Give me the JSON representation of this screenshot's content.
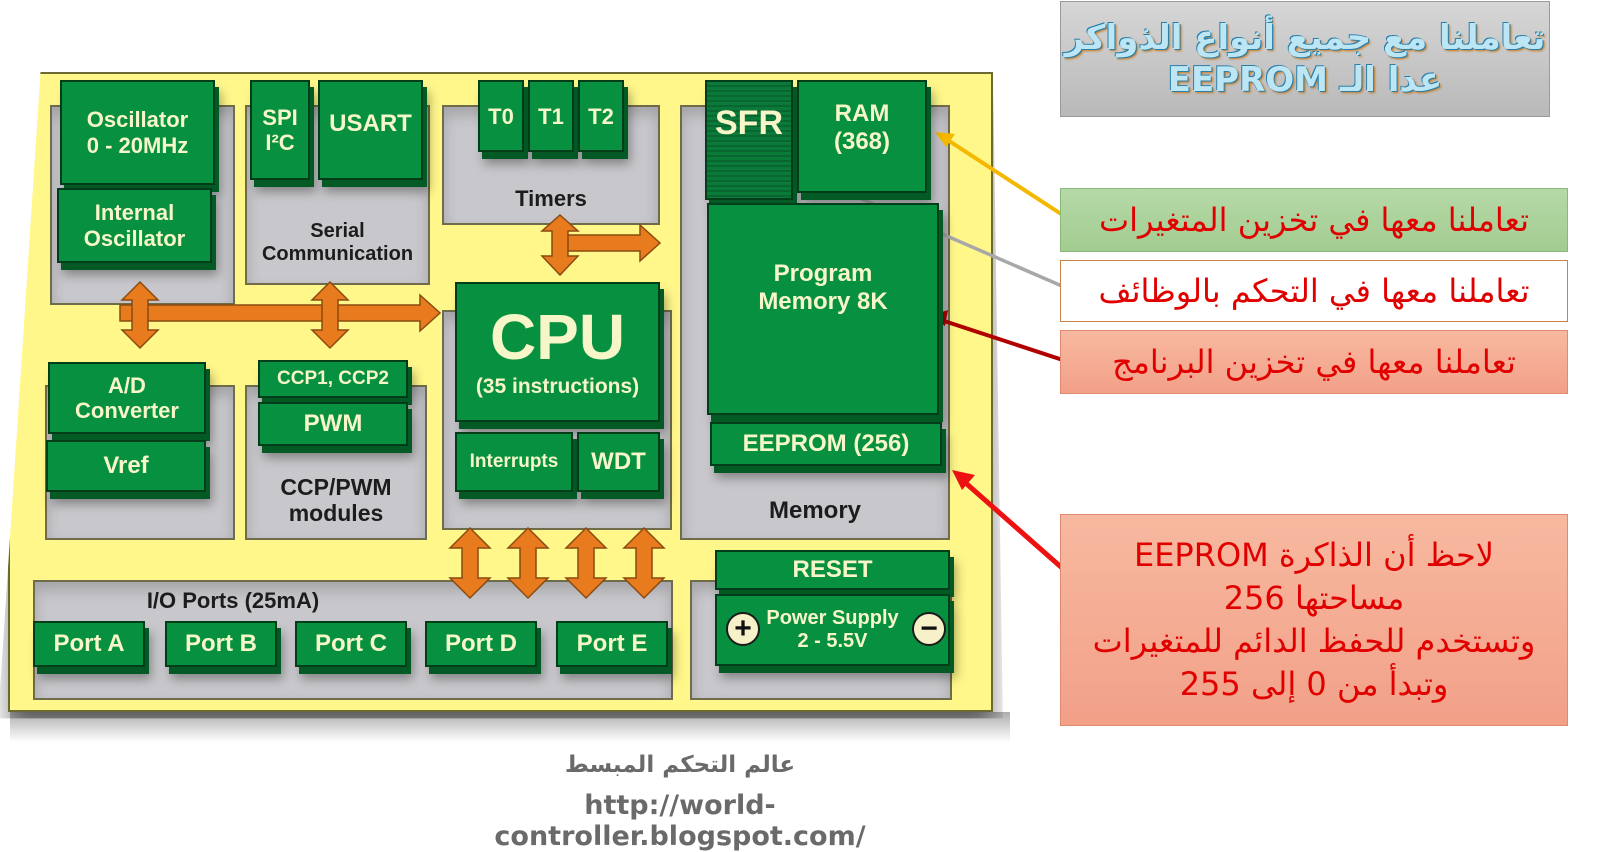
{
  "diagram": {
    "blocks": {
      "oscillator": "Oscillator\n0 - 20MHz",
      "internal_oscillator": "Internal\nOscillator",
      "spi_i2c_line1": "SPI",
      "spi_i2c_line2": "I²C",
      "usart": "USART",
      "serial_comm_label": "Serial\nCommunication",
      "t0": "T0",
      "t1": "T1",
      "t2": "T2",
      "timers_label": "Timers",
      "sfr": "SFR",
      "ram": "RAM\n(368)",
      "program_memory": "Program\nMemory 8K",
      "eeprom": "EEPROM (256)",
      "memory_label": "Memory",
      "cpu": "CPU",
      "cpu_sub": "(35 instructions)",
      "interrupts": "Interrupts",
      "wdt": "WDT",
      "ad_converter": "A/D\nConverter",
      "vref": "Vref",
      "ccp": "CCP1, CCP2",
      "pwm": "PWM",
      "ccp_pwm_label": "CCP/PWM\nmodules",
      "io_label": "I/O Ports (25mA)",
      "ports": [
        "Port A",
        "Port B",
        "Port C",
        "Port D",
        "Port E"
      ],
      "reset": "RESET",
      "power_supply": "Power Supply\n2 - 5.5V",
      "plus": "+",
      "minus": "−"
    },
    "colors": {
      "board": "#fff78a",
      "block": "#069040",
      "bus_arrow": "#e87b1e",
      "callout_yellow": "#f5b800",
      "callout_gray": "#a8a8a8",
      "callout_darkred": "#b00000",
      "callout_red": "#ee1111"
    }
  },
  "notes": {
    "title": "تعاملنا مع جميع أنواع الذواكر\nعدا الـ EEPROM",
    "ram_note": "تعاملنا معها في تخزين المتغيرات",
    "sfr_note": "تعاملنا معها في التحكم بالوظائف",
    "program_note": "تعاملنا معها في تخزين البرنامج",
    "eeprom_note": "لاحظ أن الذاكرة EEPROM\nمساحتها 256\nوتستخدم للحفظ الدائم للمتغيرات\nوتبدأ من   0  إلى 255"
  },
  "footer": {
    "site_name": "عالم التحكم المبسط",
    "url": "http://world-controller.blogspot.com/"
  }
}
